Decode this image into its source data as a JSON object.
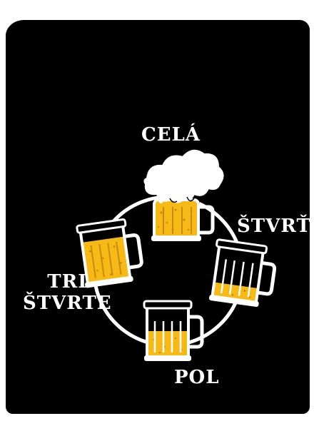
{
  "labels": {
    "full": "CELÁ",
    "quarter": "ŠTVRŤ",
    "three_quarters_line1": "TRI",
    "three_quarters_line2": "ŠTVRTE",
    "half": "POL"
  },
  "mugs": [
    {
      "name": "full",
      "fill": 1.0
    },
    {
      "name": "quarter",
      "fill": 0.25
    },
    {
      "name": "half",
      "fill": 0.5
    },
    {
      "name": "three-quarters",
      "fill": 0.75
    }
  ],
  "colors": {
    "background": "#000000",
    "ink": "#ffffff",
    "beer": "#f7b915",
    "beer_dark": "#c98a06",
    "foam": "#ffffff"
  }
}
